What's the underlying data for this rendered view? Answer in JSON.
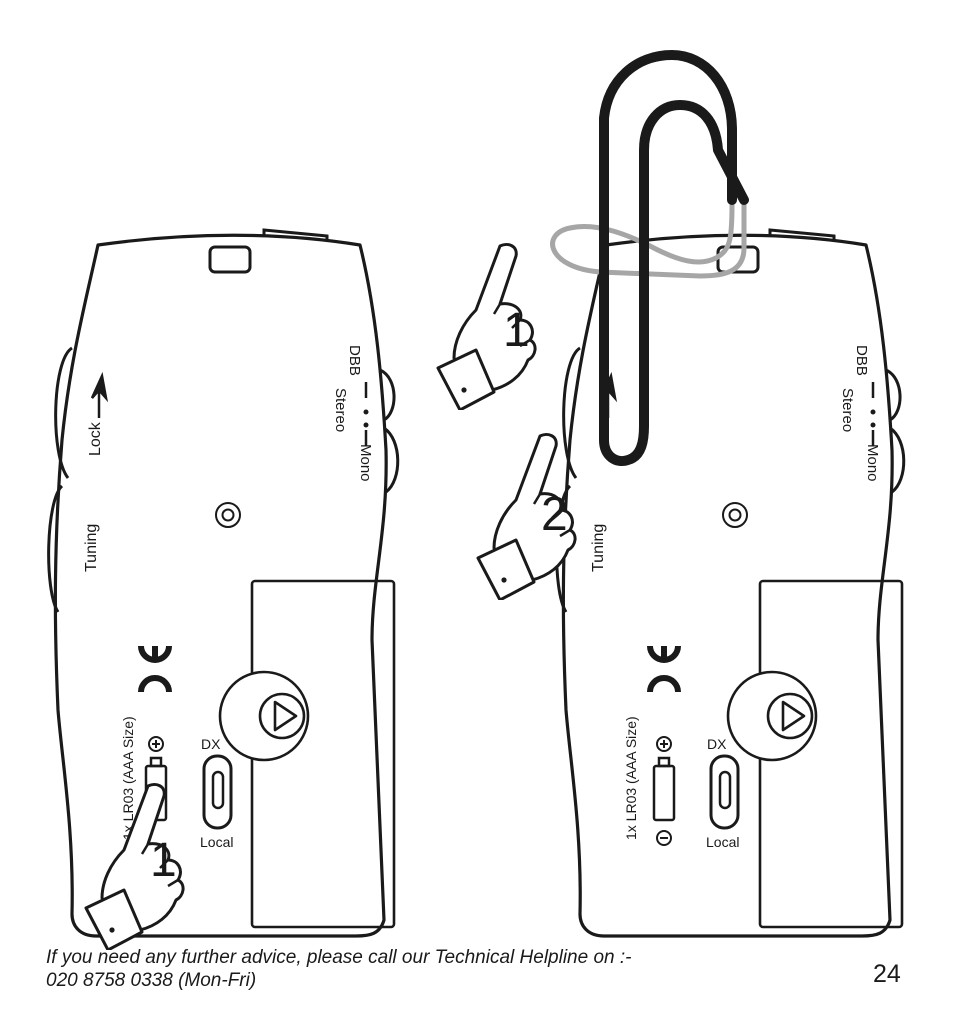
{
  "left_device": {
    "side_labels": {
      "lock": "Lock",
      "tuning": "Tuning"
    },
    "mode_labels": {
      "dbb": "DBB",
      "stereo": "Stereo",
      "mono": "Mono"
    },
    "battery_label": "1x LR03 (AAA Size)",
    "switch_top": "DX",
    "switch_bottom": "Local",
    "step_number": "1"
  },
  "right_device": {
    "side_labels": {
      "tuning": "Tuning"
    },
    "mode_labels": {
      "dbb": "DBB",
      "stereo": "Stereo",
      "mono": "Mono"
    },
    "battery_label": "1x LR03 (AAA Size)",
    "switch_top": "DX",
    "switch_bottom": "Local",
    "step_number_1": "1",
    "step_number_2": "2"
  },
  "footer": {
    "line1": "If you need any further advice, please call our Technical Helpline on :-",
    "line2": "020 8758 0338 (Mon-Fri)"
  },
  "page_number": "24"
}
